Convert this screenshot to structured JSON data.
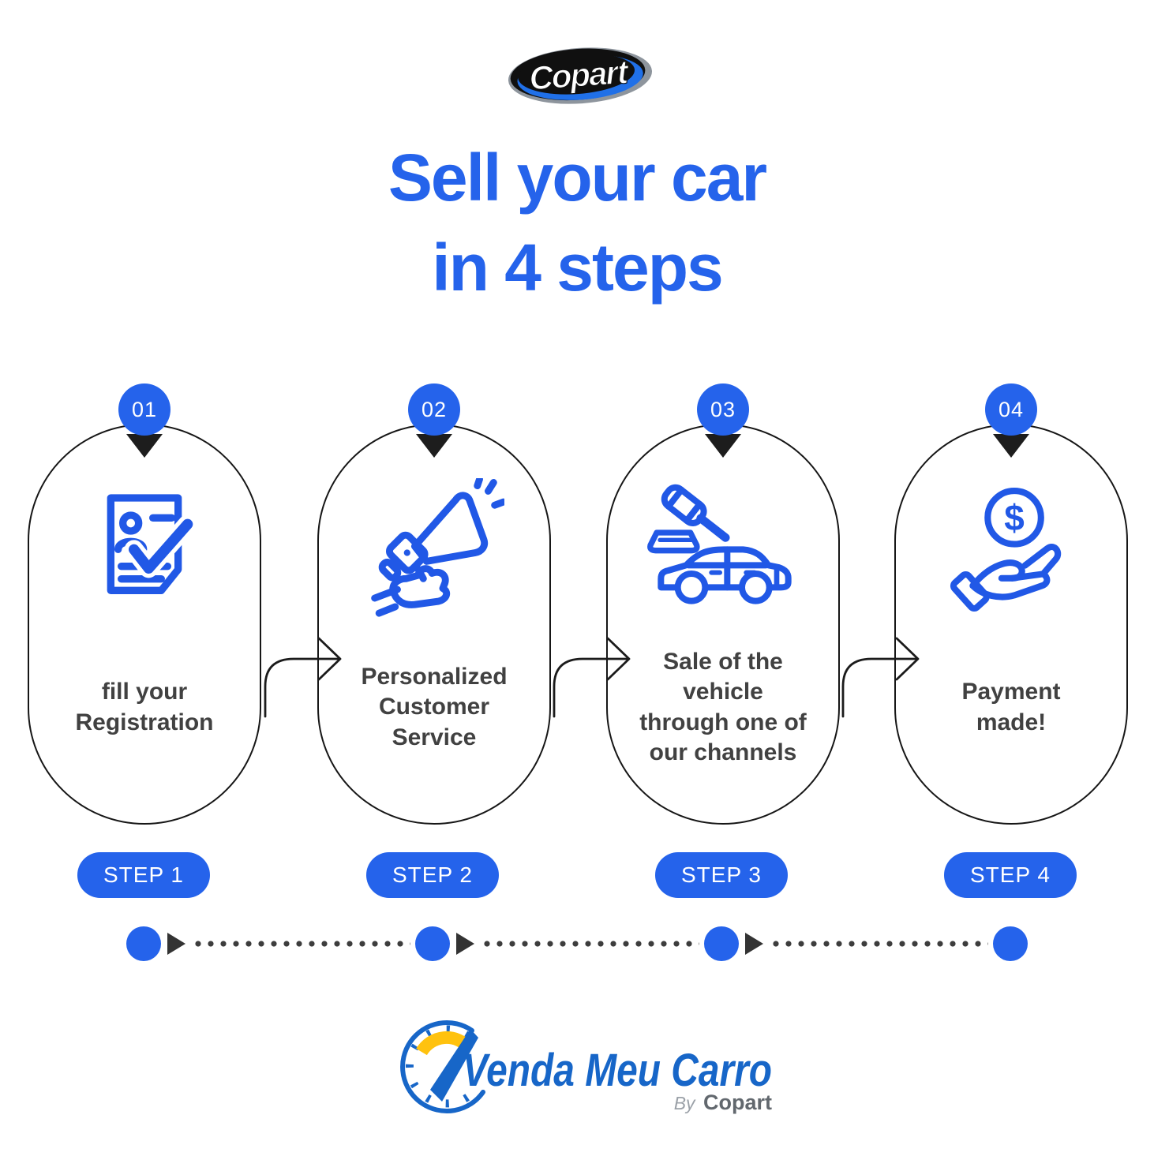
{
  "header": {
    "logo_text": "Copart",
    "title_line1": "Sell your car",
    "title_line2": "in 4 steps"
  },
  "colors": {
    "primary_blue": "#2563eb",
    "icon_blue": "#2158e6",
    "card_text_dark": "#414141",
    "outline_black": "#161616",
    "footer_logo_blue": "#1766c8",
    "footer_logo_yellow": "#ffc20e"
  },
  "steps": [
    {
      "badge": "01",
      "icon": "registration-form-icon",
      "text": "fill your\nRegistration",
      "step_label": "STEP 1"
    },
    {
      "badge": "02",
      "icon": "megaphone-icon",
      "text": "Personalized\nCustomer\nService",
      "step_label": "STEP 2"
    },
    {
      "badge": "03",
      "icon": "auction-car-icon",
      "text": "Sale of the\nvehicle\nthrough one of\nour channels",
      "step_label": "STEP 3"
    },
    {
      "badge": "04",
      "icon": "payment-hand-icon",
      "text": "Payment\nmade!",
      "step_label": "STEP 4"
    }
  ],
  "icon_glyphs": {
    "dollar_sign": "$"
  },
  "footer": {
    "brand": "Venda Meu Carro",
    "byline_prefix": "By",
    "byline_brand": "Copart"
  }
}
